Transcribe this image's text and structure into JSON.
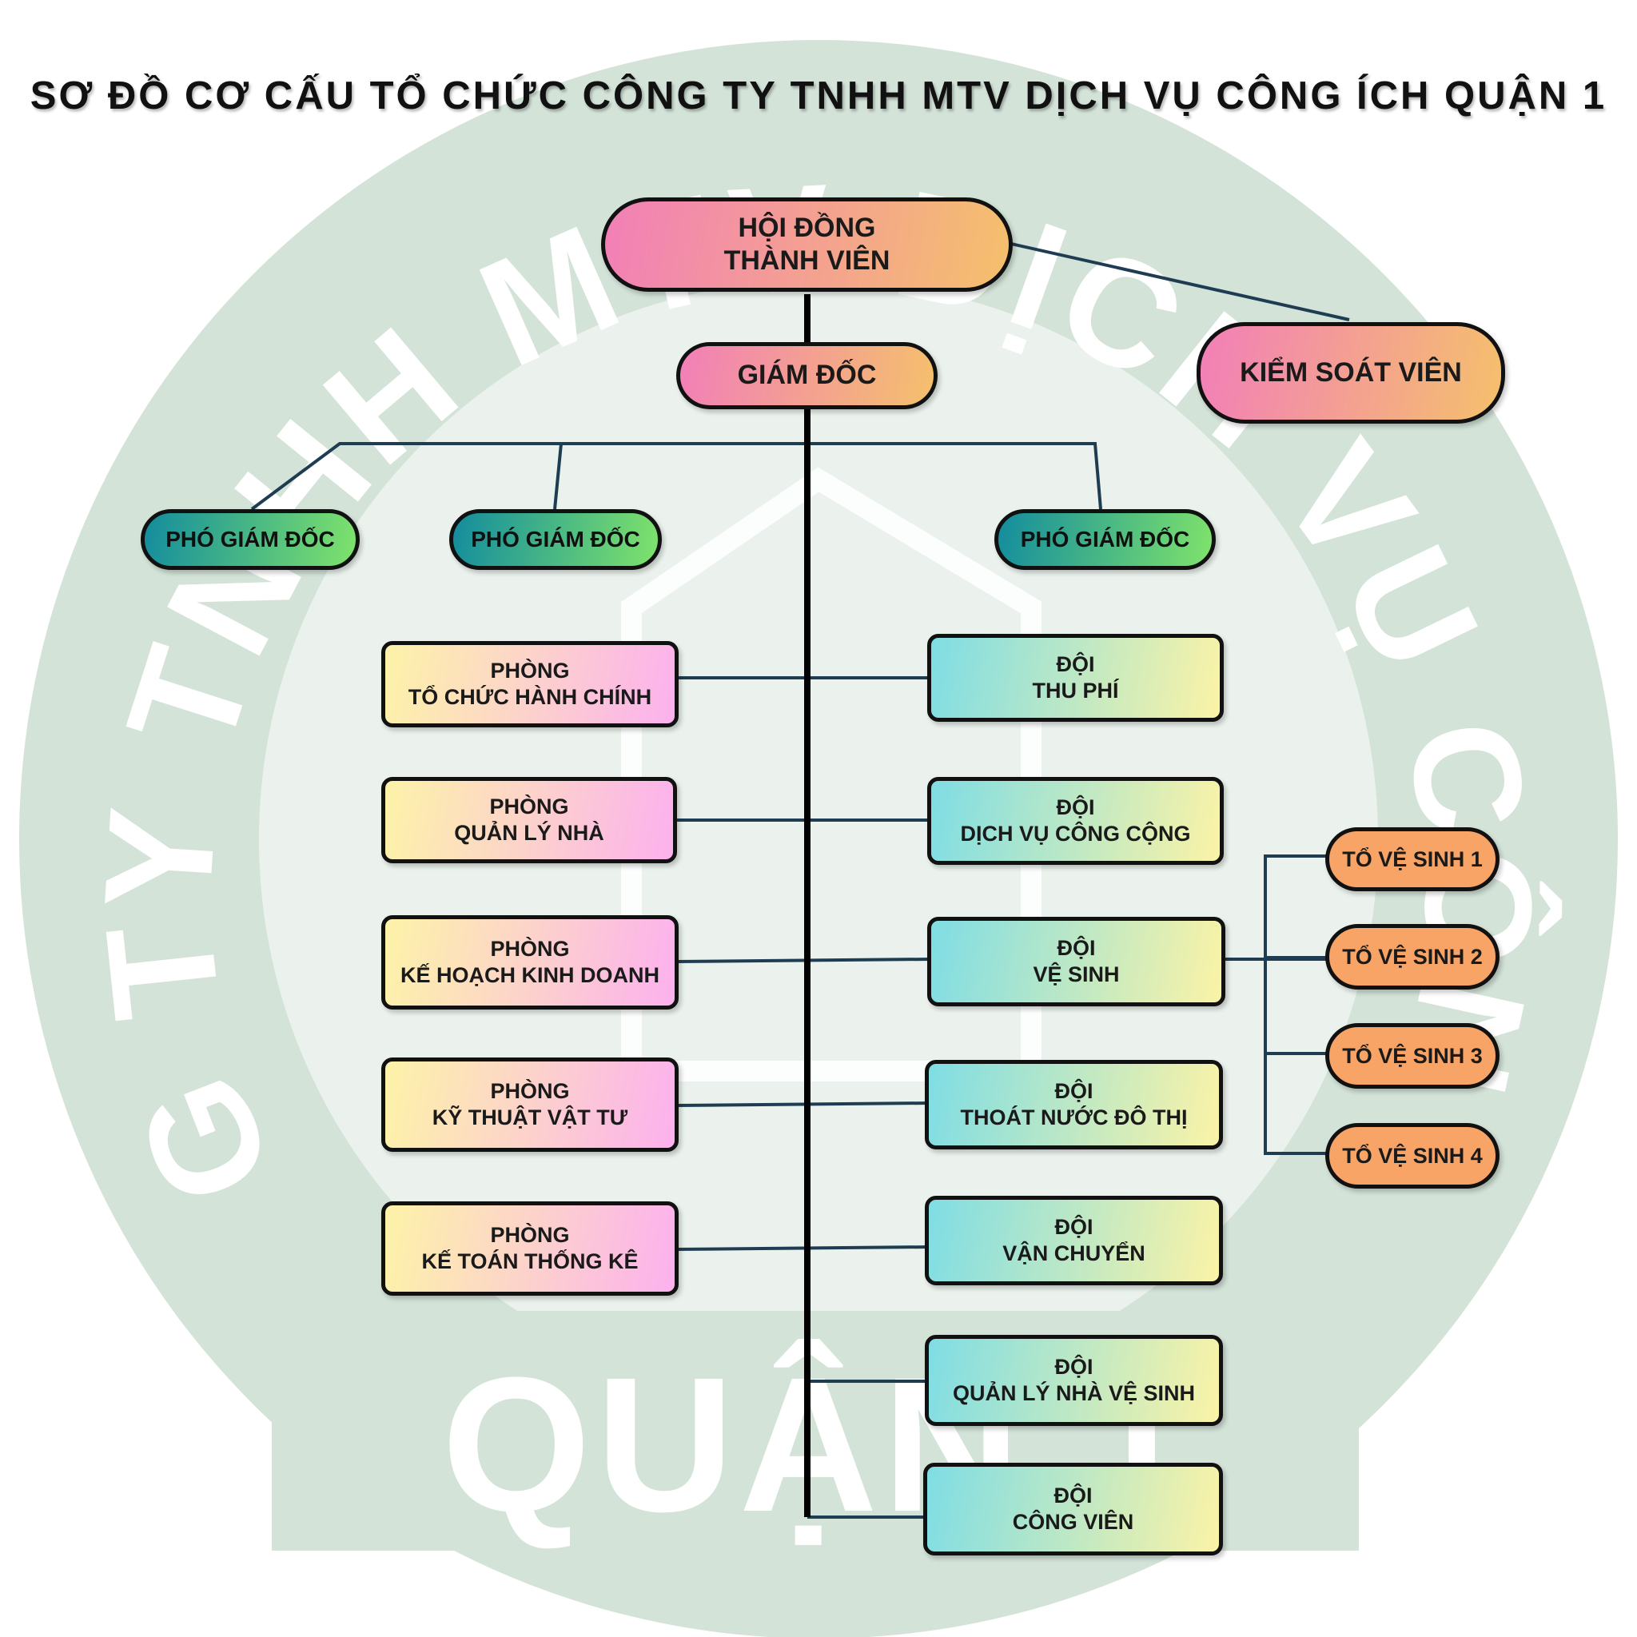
{
  "title": "SƠ ĐỒ CƠ CẤU TỔ CHỨC CÔNG TY TNHH MTV DỊCH VỤ CÔNG ÍCH QUẬN 1",
  "watermark": {
    "ring_text": "CÔNG TY TNHH MTV DỊCH VỤ CÔNG ÍCH",
    "banner_text": "QUẬN 1",
    "color": "#d3e3d8"
  },
  "colors": {
    "line": "#1f3d52",
    "trunk": "#000000",
    "border": "#111111"
  },
  "nodes": {
    "board": {
      "line1": "HỘI ĐỒNG",
      "line2": "THÀNH VIÊN"
    },
    "director": {
      "line1": "GIÁM ĐỐC"
    },
    "controller": {
      "line1": "KIỂM SOÁT VIÊN"
    },
    "vice_directors": [
      {
        "line1": "PHÓ GIÁM ĐỐC"
      },
      {
        "line1": "PHÓ GIÁM ĐỐC"
      },
      {
        "line1": "PHÓ GIÁM ĐỐC"
      }
    ],
    "departments": [
      {
        "line1": "PHÒNG",
        "line2": "TỔ CHỨC HÀNH CHÍNH"
      },
      {
        "line1": "PHÒNG",
        "line2": "QUẢN LÝ NHÀ"
      },
      {
        "line1": "PHÒNG",
        "line2": "KẾ HOẠCH KINH DOANH"
      },
      {
        "line1": "PHÒNG",
        "line2": "KỸ THUẬT VẬT TƯ"
      },
      {
        "line1": "PHÒNG",
        "line2": "KẾ TOÁN THỐNG KÊ"
      }
    ],
    "teams": [
      {
        "line1": "ĐỘI",
        "line2": "THU PHÍ"
      },
      {
        "line1": "ĐỘI",
        "line2": "DỊCH VỤ CÔNG CỘNG"
      },
      {
        "line1": "ĐỘI",
        "line2": "VỆ SINH"
      },
      {
        "line1": "ĐỘI",
        "line2": "THOÁT NƯỚC ĐÔ THỊ"
      },
      {
        "line1": "ĐỘI",
        "line2": "VẬN CHUYỂN"
      },
      {
        "line1": "ĐỘI",
        "line2": "QUẢN LÝ NHÀ VỆ SINH"
      },
      {
        "line1": "ĐỘI",
        "line2": "CÔNG VIÊN"
      }
    ],
    "sanitation_groups": [
      {
        "line1": "TỔ VỆ SINH 1"
      },
      {
        "line1": "TỔ VỆ SINH 2"
      },
      {
        "line1": "TỔ VỆ SINH 3"
      },
      {
        "line1": "TỔ VỆ SINH 4"
      }
    ]
  }
}
